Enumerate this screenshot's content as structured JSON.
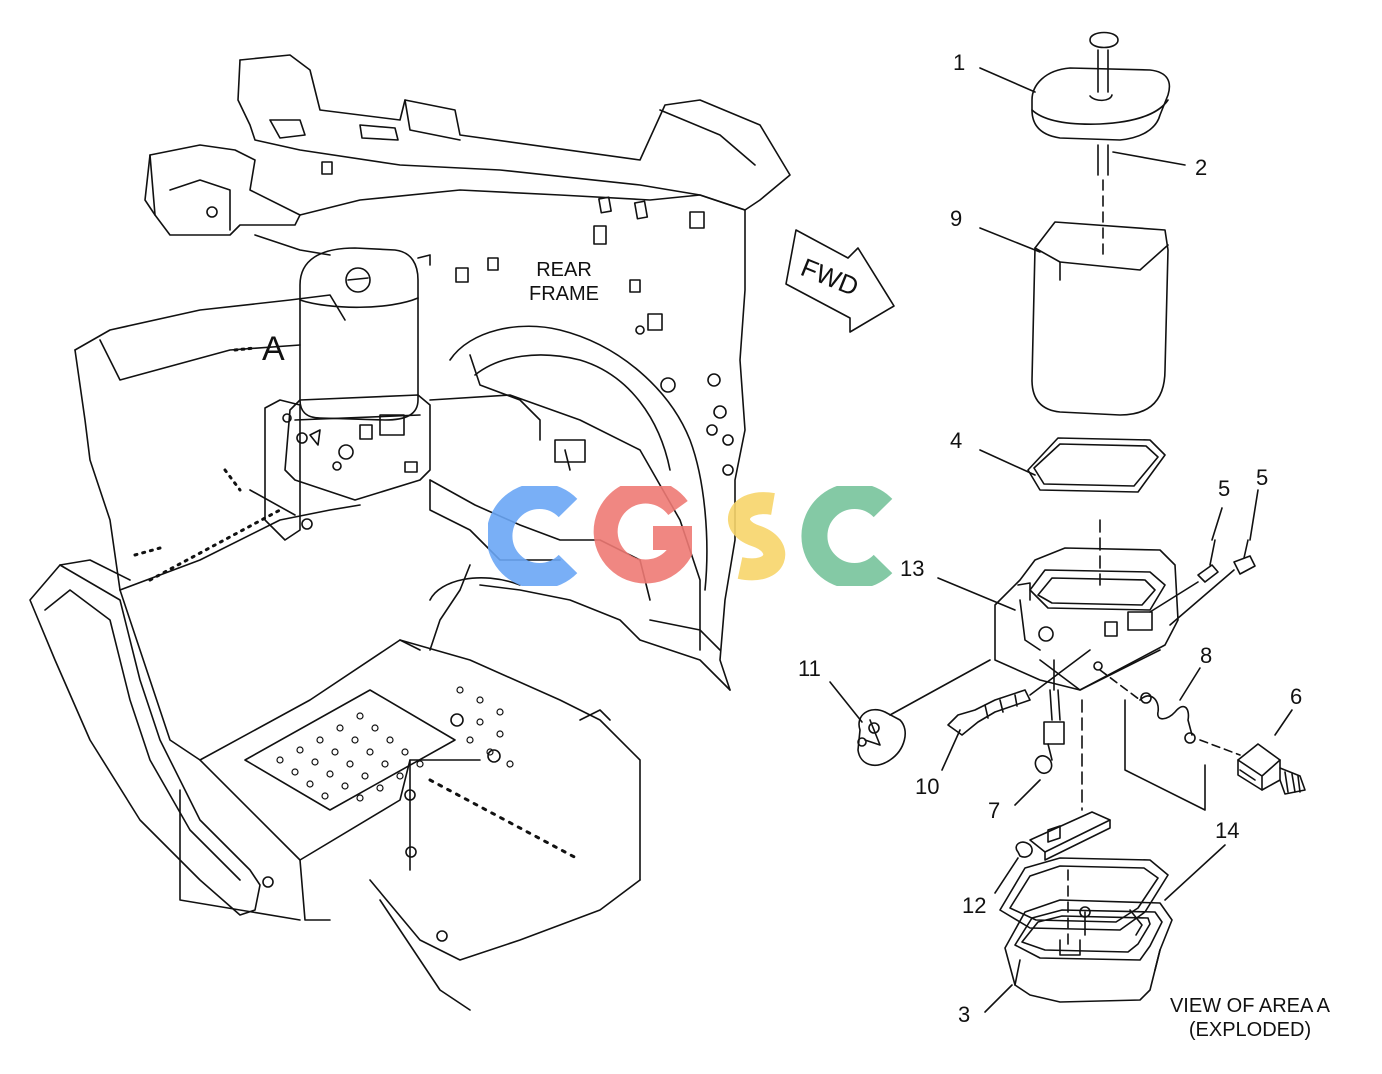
{
  "diagram": {
    "rear_frame_label_line1": "REAR",
    "rear_frame_label_line2": "FRAME",
    "area_marker": "A",
    "fwd_arrow_label": "FWD",
    "caption_line1": "VIEW OF AREA A",
    "caption_line2": "(EXPLODED)",
    "callouts": {
      "c1": "1",
      "c2": "2",
      "c9": "9",
      "c4": "4",
      "c5a": "5",
      "c5b": "5",
      "c13": "13",
      "c8": "8",
      "c6": "6",
      "c11": "11",
      "c10": "10",
      "c7": "7",
      "c14": "14",
      "c12": "12",
      "c3": "3"
    }
  },
  "watermark": {
    "text": "CGSC",
    "colors": [
      "#6aa6f5",
      "#ee7a74",
      "#f7d56a",
      "#77c39b"
    ]
  }
}
